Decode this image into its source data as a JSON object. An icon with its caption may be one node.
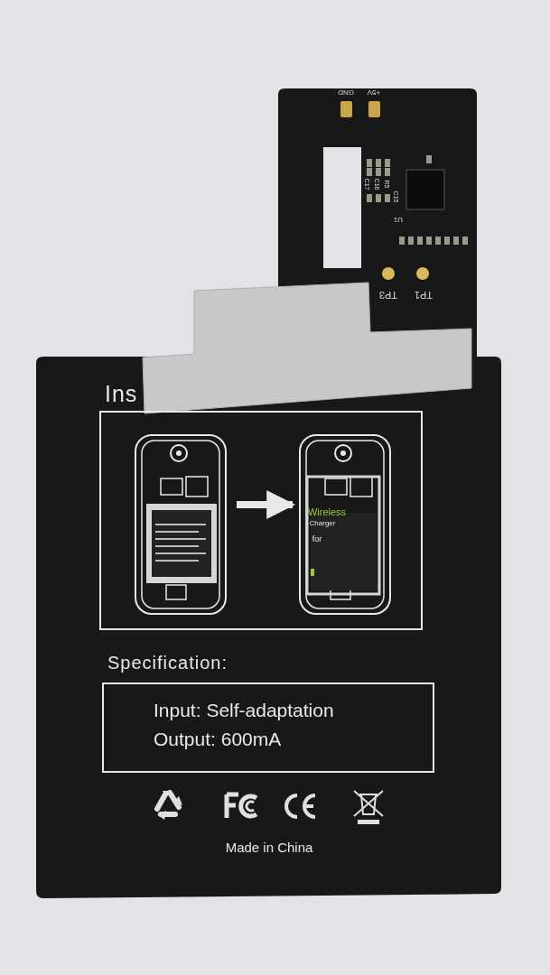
{
  "diagram": {
    "nodes": [
      {
        "text": [
          "Ins"
        ]
      },
      {
        "text": [],
        "shape": "picture",
        "in": 0
      },
      {
        "text": [],
        "shape": "picture",
        "in": 0
      },
      {
        "text": [
          "Specification:",
          "Input: Self-adaptation",
          "Output: 600mA"
        ]
      }
    ],
    "edges": [
      {
        "from": 1,
        "to": 2,
        "arrow": "to"
      }
    ],
    "labels": [
      "GND",
      "+5V",
      "C17",
      "C16",
      "R5",
      "C15",
      "U1",
      "TP3",
      "TP1",
      "Wireless",
      "Charger",
      "for",
      "Made in China"
    ]
  }
}
